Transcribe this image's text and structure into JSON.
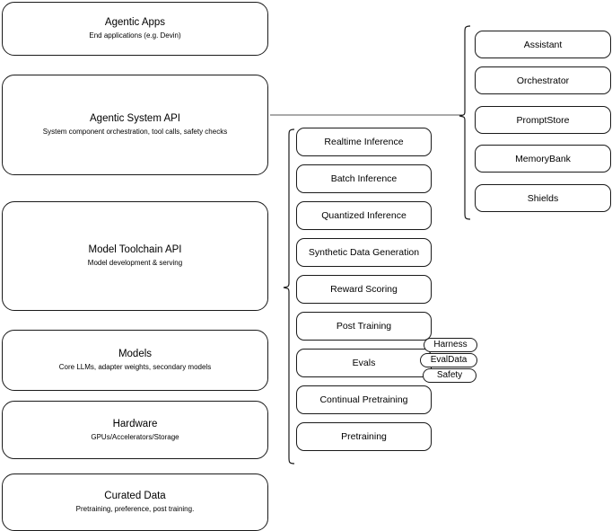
{
  "diagram": {
    "title": "Agentic stack layered architecture",
    "line_color": "#1a1a1a",
    "background": "#ffffff"
  },
  "layers": [
    {
      "name": "agentic-apps",
      "title": "Agentic Apps",
      "subtitle": "End applications (e.g. Devin)"
    },
    {
      "name": "agentic-system-api",
      "title": "Agentic System API",
      "subtitle": "System component orchestration, tool calls, safety checks"
    },
    {
      "name": "model-toolchain-api",
      "title": "Model Toolchain API",
      "subtitle": "Model development & serving"
    },
    {
      "name": "models",
      "title": "Models",
      "subtitle": "Core LLMs, adapter weights, secondary models"
    },
    {
      "name": "hardware",
      "title": "Hardware",
      "subtitle": "GPUs/Accelerators/Storage"
    },
    {
      "name": "curated-data",
      "title": "Curated Data",
      "subtitle": "Pretraining, preference, post training."
    }
  ],
  "system_components": [
    {
      "name": "assistant",
      "label": "Assistant"
    },
    {
      "name": "orchestrator",
      "label": "Orchestrator"
    },
    {
      "name": "promptstore",
      "label": "PromptStore"
    },
    {
      "name": "memorybank",
      "label": "MemoryBank"
    },
    {
      "name": "shields",
      "label": "Shields"
    }
  ],
  "toolchain_capabilities": [
    {
      "name": "realtime-inference",
      "label": "Realtime Inference"
    },
    {
      "name": "batch-inference",
      "label": "Batch Inference"
    },
    {
      "name": "quantized-inference",
      "label": "Quantized Inference"
    },
    {
      "name": "synthetic-data-generation",
      "label": "Synthetic Data Generation"
    },
    {
      "name": "reward-scoring",
      "label": "Reward Scoring"
    },
    {
      "name": "post-training",
      "label": "Post Training"
    },
    {
      "name": "evals",
      "label": "Evals"
    },
    {
      "name": "continual-pretraining",
      "label": "Continual Pretraining"
    },
    {
      "name": "pretraining",
      "label": "Pretraining"
    }
  ],
  "eval_badges": [
    {
      "name": "harness",
      "label": "Harness"
    },
    {
      "name": "evaldata",
      "label": "EvalData"
    },
    {
      "name": "safety",
      "label": "Safety"
    }
  ]
}
